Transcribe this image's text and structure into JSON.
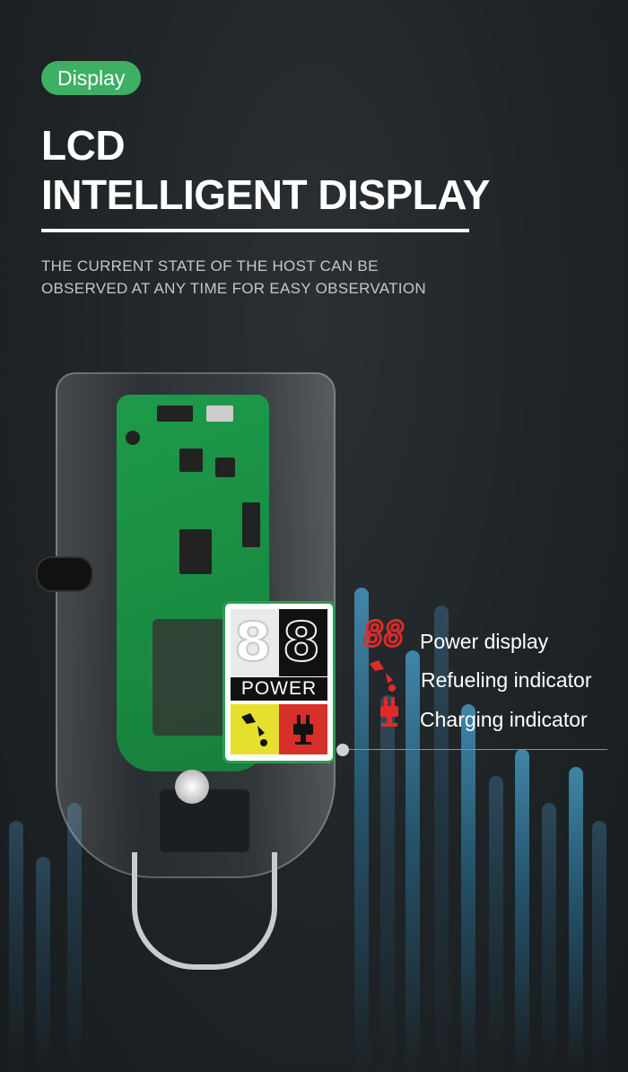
{
  "badge": "Display",
  "heading": {
    "line1": "LCD",
    "line2": "INTELLIGENT DISPLAY"
  },
  "subtitle": {
    "line1": "THE CURRENT STATE OF THE HOST CAN BE",
    "line2": "OBSERVED AT ANY TIME FOR EASY OBSERVATION"
  },
  "lcd": {
    "digits": "88",
    "label": "POWER",
    "indicators": [
      "refuel-icon",
      "plug-icon"
    ]
  },
  "legend": {
    "items": [
      {
        "icon": "digit-88-icon",
        "label": "Power display"
      },
      {
        "icon": "oil-drop-icon",
        "label": "Refueling indicator"
      },
      {
        "icon": "plug-icon",
        "label": "Charging indicator"
      }
    ]
  },
  "colors": {
    "accent_green": "#3db064",
    "indicator_red": "#d7302a",
    "indicator_yellow": "#e5df2e",
    "background": "#1f2427"
  }
}
